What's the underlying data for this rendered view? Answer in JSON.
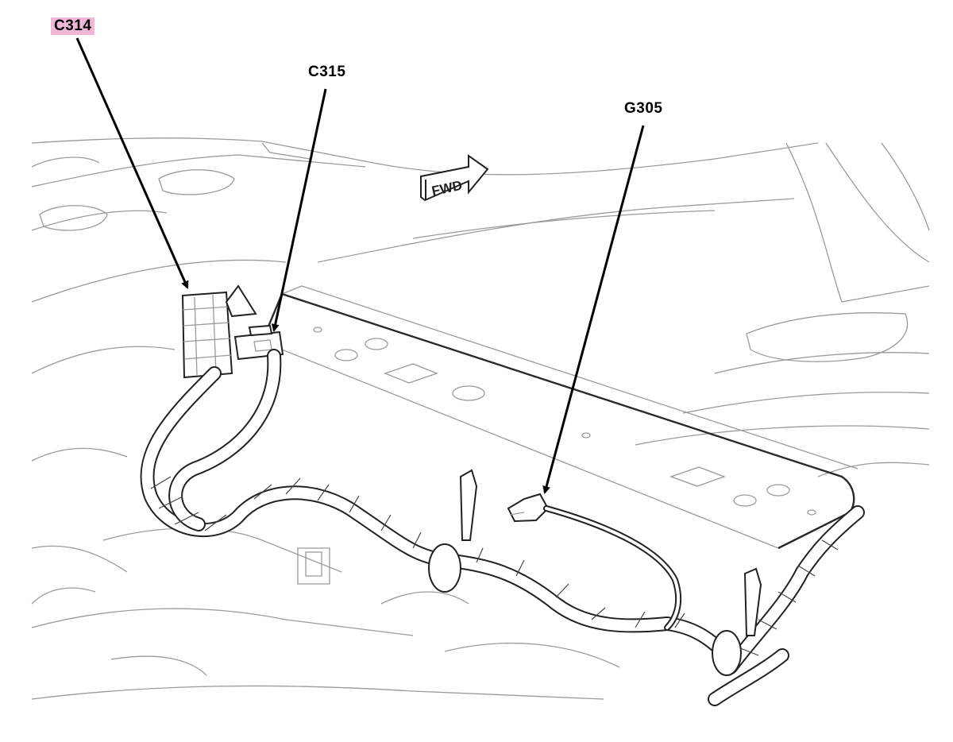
{
  "diagram": {
    "callouts": [
      {
        "id": "c314",
        "text": "C314",
        "highlighted": true,
        "highlight_color": "#f2b6d6"
      },
      {
        "id": "c315",
        "text": "C315",
        "highlighted": false
      },
      {
        "id": "g305",
        "text": "G305",
        "highlighted": false
      }
    ],
    "direction_marker": {
      "text": "FWD"
    },
    "colors": {
      "line_art": "#222222",
      "background_lines": "#9a9a9a",
      "leader": "#000000"
    }
  }
}
